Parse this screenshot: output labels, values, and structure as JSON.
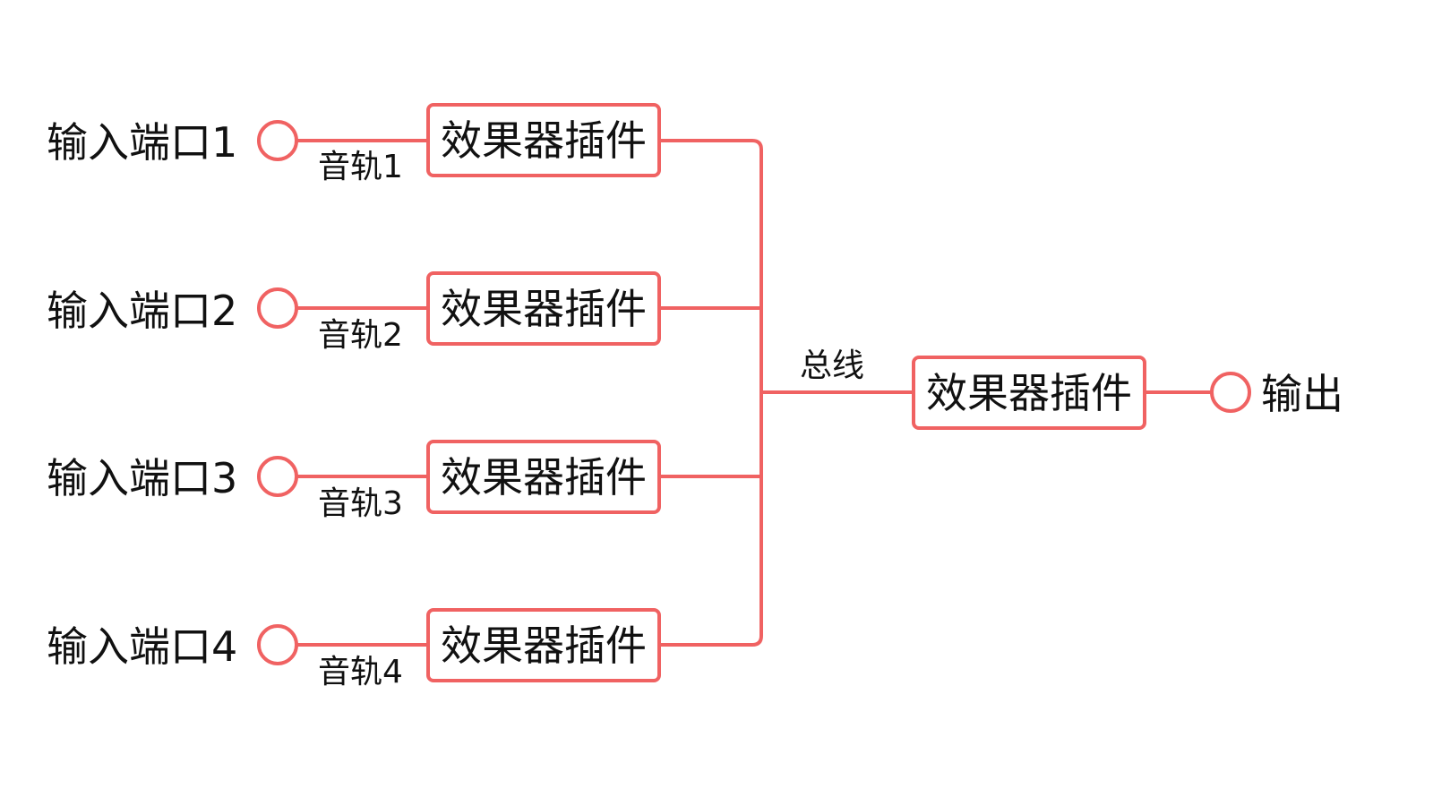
{
  "colors": {
    "accent": "#f06262",
    "text": "#111111",
    "background": "#ffffff"
  },
  "inputs": [
    {
      "port_label": "输入端口1",
      "track_label": "音轨1",
      "plugin_label": "效果器插件"
    },
    {
      "port_label": "输入端口2",
      "track_label": "音轨2",
      "plugin_label": "效果器插件"
    },
    {
      "port_label": "输入端口3",
      "track_label": "音轨3",
      "plugin_label": "效果器插件"
    },
    {
      "port_label": "输入端口4",
      "track_label": "音轨4",
      "plugin_label": "效果器插件"
    }
  ],
  "bus": {
    "label": "总线",
    "plugin_label": "效果器插件"
  },
  "output": {
    "label": "输出"
  }
}
